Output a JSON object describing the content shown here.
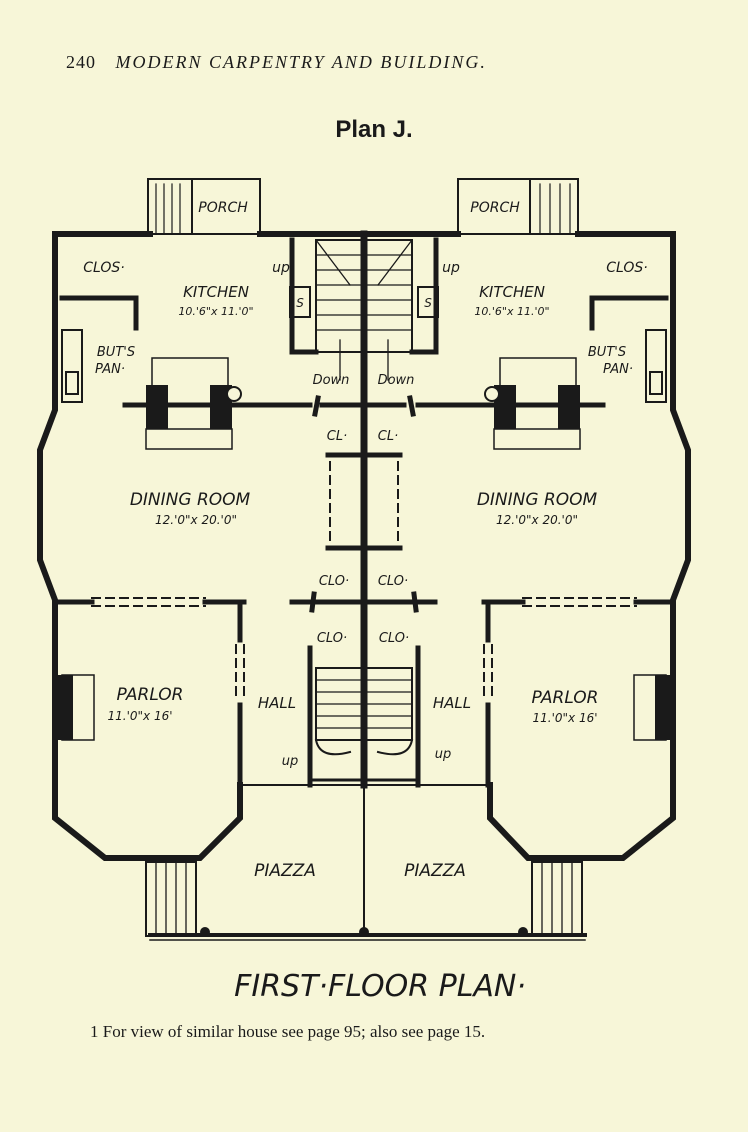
{
  "header": {
    "page_number": "240",
    "book_title": "MODERN CARPENTRY AND BUILDING."
  },
  "plan_title": "Plan J.",
  "rooms": {
    "porch_left": "PORCH",
    "porch_right": "PORCH",
    "closet_left": "CLOS·",
    "closet_right": "CLOS·",
    "kitchen_left": "KITCHEN",
    "kitchen_left_size": "10.'6\"x 11.'0\"",
    "kitchen_right": "KITCHEN",
    "kitchen_right_size": "10.'6\"x 11.'0\"",
    "up_left": "up",
    "up_right": "up",
    "sink_left": "S",
    "sink_right": "S",
    "butler_pantry_left_1": "BUT'S",
    "butler_pantry_left_2": "PAN·",
    "butler_pantry_right_1": "BUT'S",
    "butler_pantry_right_2": "PAN·",
    "down_left": "Down",
    "down_right": "Down",
    "cl_left": "CL·",
    "cl_right": "CL·",
    "dining_left": "DINING ROOM",
    "dining_left_size": "12.'0\"x 20.'0\"",
    "dining_right": "DINING ROOM",
    "dining_right_size": "12.'0\"x 20.'0\"",
    "clo_upper_left": "CLO·",
    "clo_upper_right": "CLO·",
    "clo_lower_left": "CLO·",
    "clo_lower_right": "CLO·",
    "parlor_left": "PARLOR",
    "parlor_left_size": "11.'0\"x 16'",
    "parlor_right": "PARLOR",
    "parlor_right_size": "11.'0\"x 16'",
    "hall_left": "HALL",
    "hall_right": "HALL",
    "up_hall_left": "up",
    "up_hall_right": "up",
    "piazza_left": "PIAZZA",
    "piazza_right": "PIAZZA"
  },
  "caption": "FIRST·FLOOR PLAN·",
  "footnote": "1 For view of similar house see page 95; also see page 15."
}
